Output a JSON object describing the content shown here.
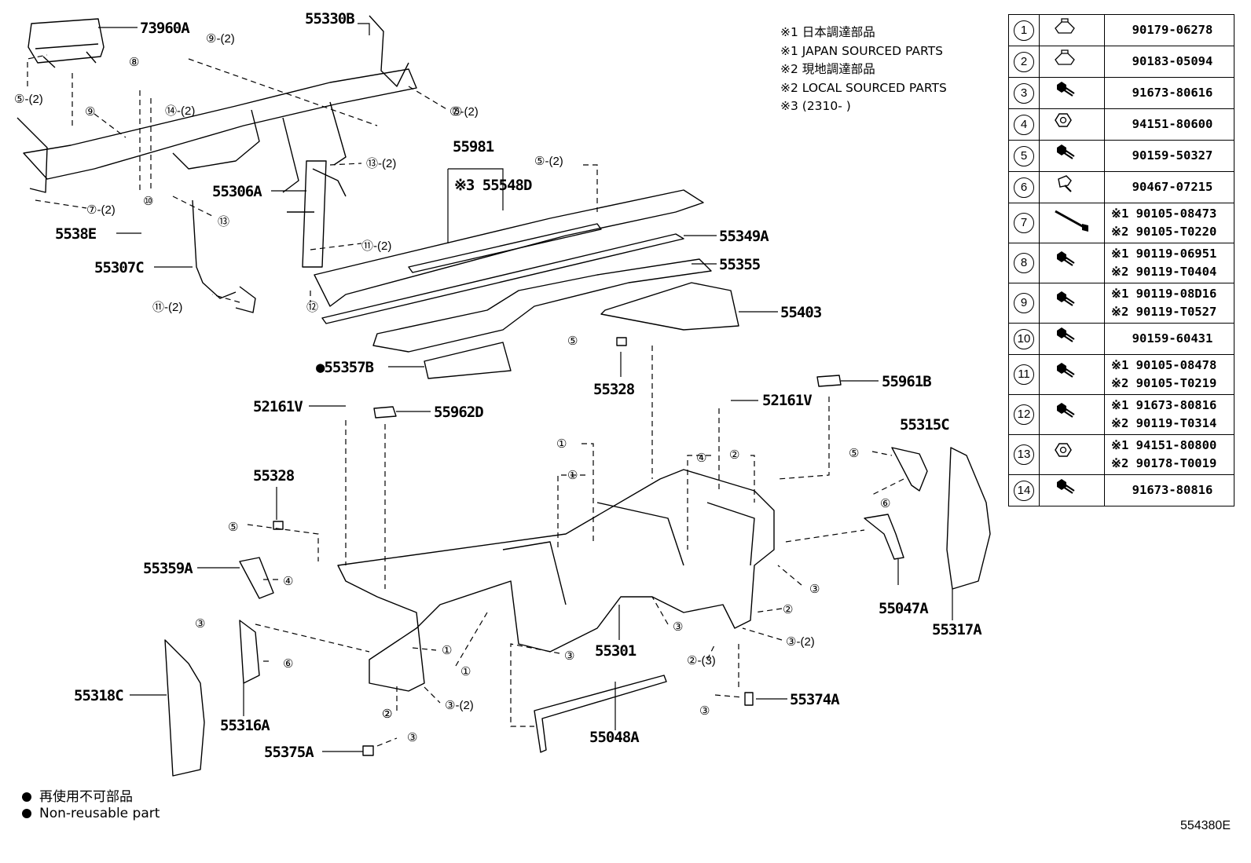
{
  "notes": [
    "※1 日本調達部品",
    "※1 JAPAN SOURCED PARTS",
    "※2 現地調達部品",
    "※2 LOCAL SOURCED PARTS",
    "※3 (2310-      )"
  ],
  "legend": {
    "jp": "再使用不可部品",
    "en": "Non-reusable part"
  },
  "diagram_code": "554380E",
  "parts_table": [
    {
      "ref": "1",
      "icon": "clip-nut-icon",
      "numbers": [
        "90179-06278"
      ]
    },
    {
      "ref": "2",
      "icon": "clip-nut-icon",
      "numbers": [
        "90183-05094"
      ]
    },
    {
      "ref": "3",
      "icon": "bolt-icon",
      "numbers": [
        "91673-80616"
      ]
    },
    {
      "ref": "4",
      "icon": "hex-nut-icon",
      "numbers": [
        "94151-80600"
      ]
    },
    {
      "ref": "5",
      "icon": "bolt-icon",
      "numbers": [
        "90159-50327"
      ]
    },
    {
      "ref": "6",
      "icon": "clip-icon",
      "numbers": [
        "90467-07215"
      ]
    },
    {
      "ref": "7",
      "icon": "long-bolt-icon",
      "numbers": [
        "※1 90105-08473",
        "※2 90105-T0220"
      ]
    },
    {
      "ref": "8",
      "icon": "bolt-icon",
      "numbers": [
        "※1 90119-06951",
        "※2 90119-T0404"
      ]
    },
    {
      "ref": "9",
      "icon": "bolt-icon",
      "numbers": [
        "※1 90119-08D16",
        "※2 90119-T0527"
      ]
    },
    {
      "ref": "10",
      "icon": "bolt-icon",
      "numbers": [
        "90159-60431"
      ]
    },
    {
      "ref": "11",
      "icon": "bolt-icon",
      "numbers": [
        "※1 90105-08478",
        "※2 90105-T0219"
      ]
    },
    {
      "ref": "12",
      "icon": "bolt-icon",
      "numbers": [
        "※1 91673-80816",
        "※2 90119-T0314"
      ]
    },
    {
      "ref": "13",
      "icon": "hex-nut-icon",
      "numbers": [
        "※1 94151-80800",
        "※2 90178-T0019"
      ]
    },
    {
      "ref": "14",
      "icon": "bolt-icon",
      "numbers": [
        "91673-80816"
      ]
    }
  ],
  "part_labels": [
    "73960A",
    "55330B",
    "55981",
    "※3 55548D",
    "55306A",
    "5538E",
    "55307C",
    "55349A",
    "55355",
    "55403",
    "●55357B",
    "55328",
    "55961B",
    "52161V",
    "52161V",
    "55962D",
    "55315C",
    "55328",
    "55359A",
    "55047A",
    "55317A",
    "55301",
    "55318C",
    "55316A",
    "55374A",
    "55048A",
    "55375A"
  ],
  "callouts": [
    "⑤-(2)",
    "⑨-(2)",
    "⑦-(2)",
    "⑧",
    "⑨",
    "⑭-(2)",
    "⑬-(2)",
    "⑤-(2)",
    "⑦-(2)",
    "⑩",
    "⑬",
    "⑪-(2)",
    "⑪-(2)",
    "⑫",
    "⑤",
    "①",
    "①",
    "④",
    "②",
    "⑤",
    "⑥",
    "⑤",
    "④",
    "③",
    "②",
    "③",
    "①",
    "①",
    "③",
    "③",
    "②",
    "③-(2)",
    "③-(2)",
    "②-(3)",
    "⑥",
    "⑤",
    "②",
    "③",
    "③"
  ]
}
